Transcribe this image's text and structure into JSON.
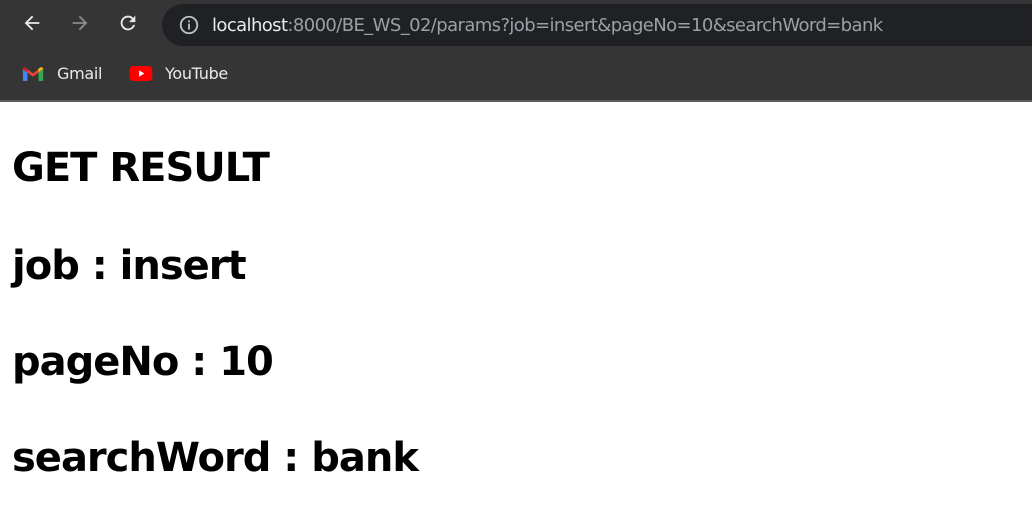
{
  "browser": {
    "nav": {
      "back_icon": "arrow-left-icon",
      "forward_icon": "arrow-right-icon",
      "reload_icon": "reload-icon"
    },
    "omnibox": {
      "info_icon": "info-icon",
      "url_host": "localhost",
      "url_rest": ":8000/BE_WS_02/params?job=insert&pageNo=10&searchWord=bank"
    },
    "bookmarks": [
      {
        "label": "Gmail",
        "icon": "gmail-icon"
      },
      {
        "label": "YouTube",
        "icon": "youtube-icon"
      }
    ],
    "colors": {
      "toolbar_bg": "#353535",
      "omnibox_bg": "#202124",
      "host_text": "#e8eaed",
      "url_text": "#9aa0a6"
    }
  },
  "page": {
    "title": "GET RESULT",
    "params": [
      {
        "text": "job : insert"
      },
      {
        "text": "pageNo : 10"
      },
      {
        "text": "searchWord : bank"
      }
    ]
  }
}
